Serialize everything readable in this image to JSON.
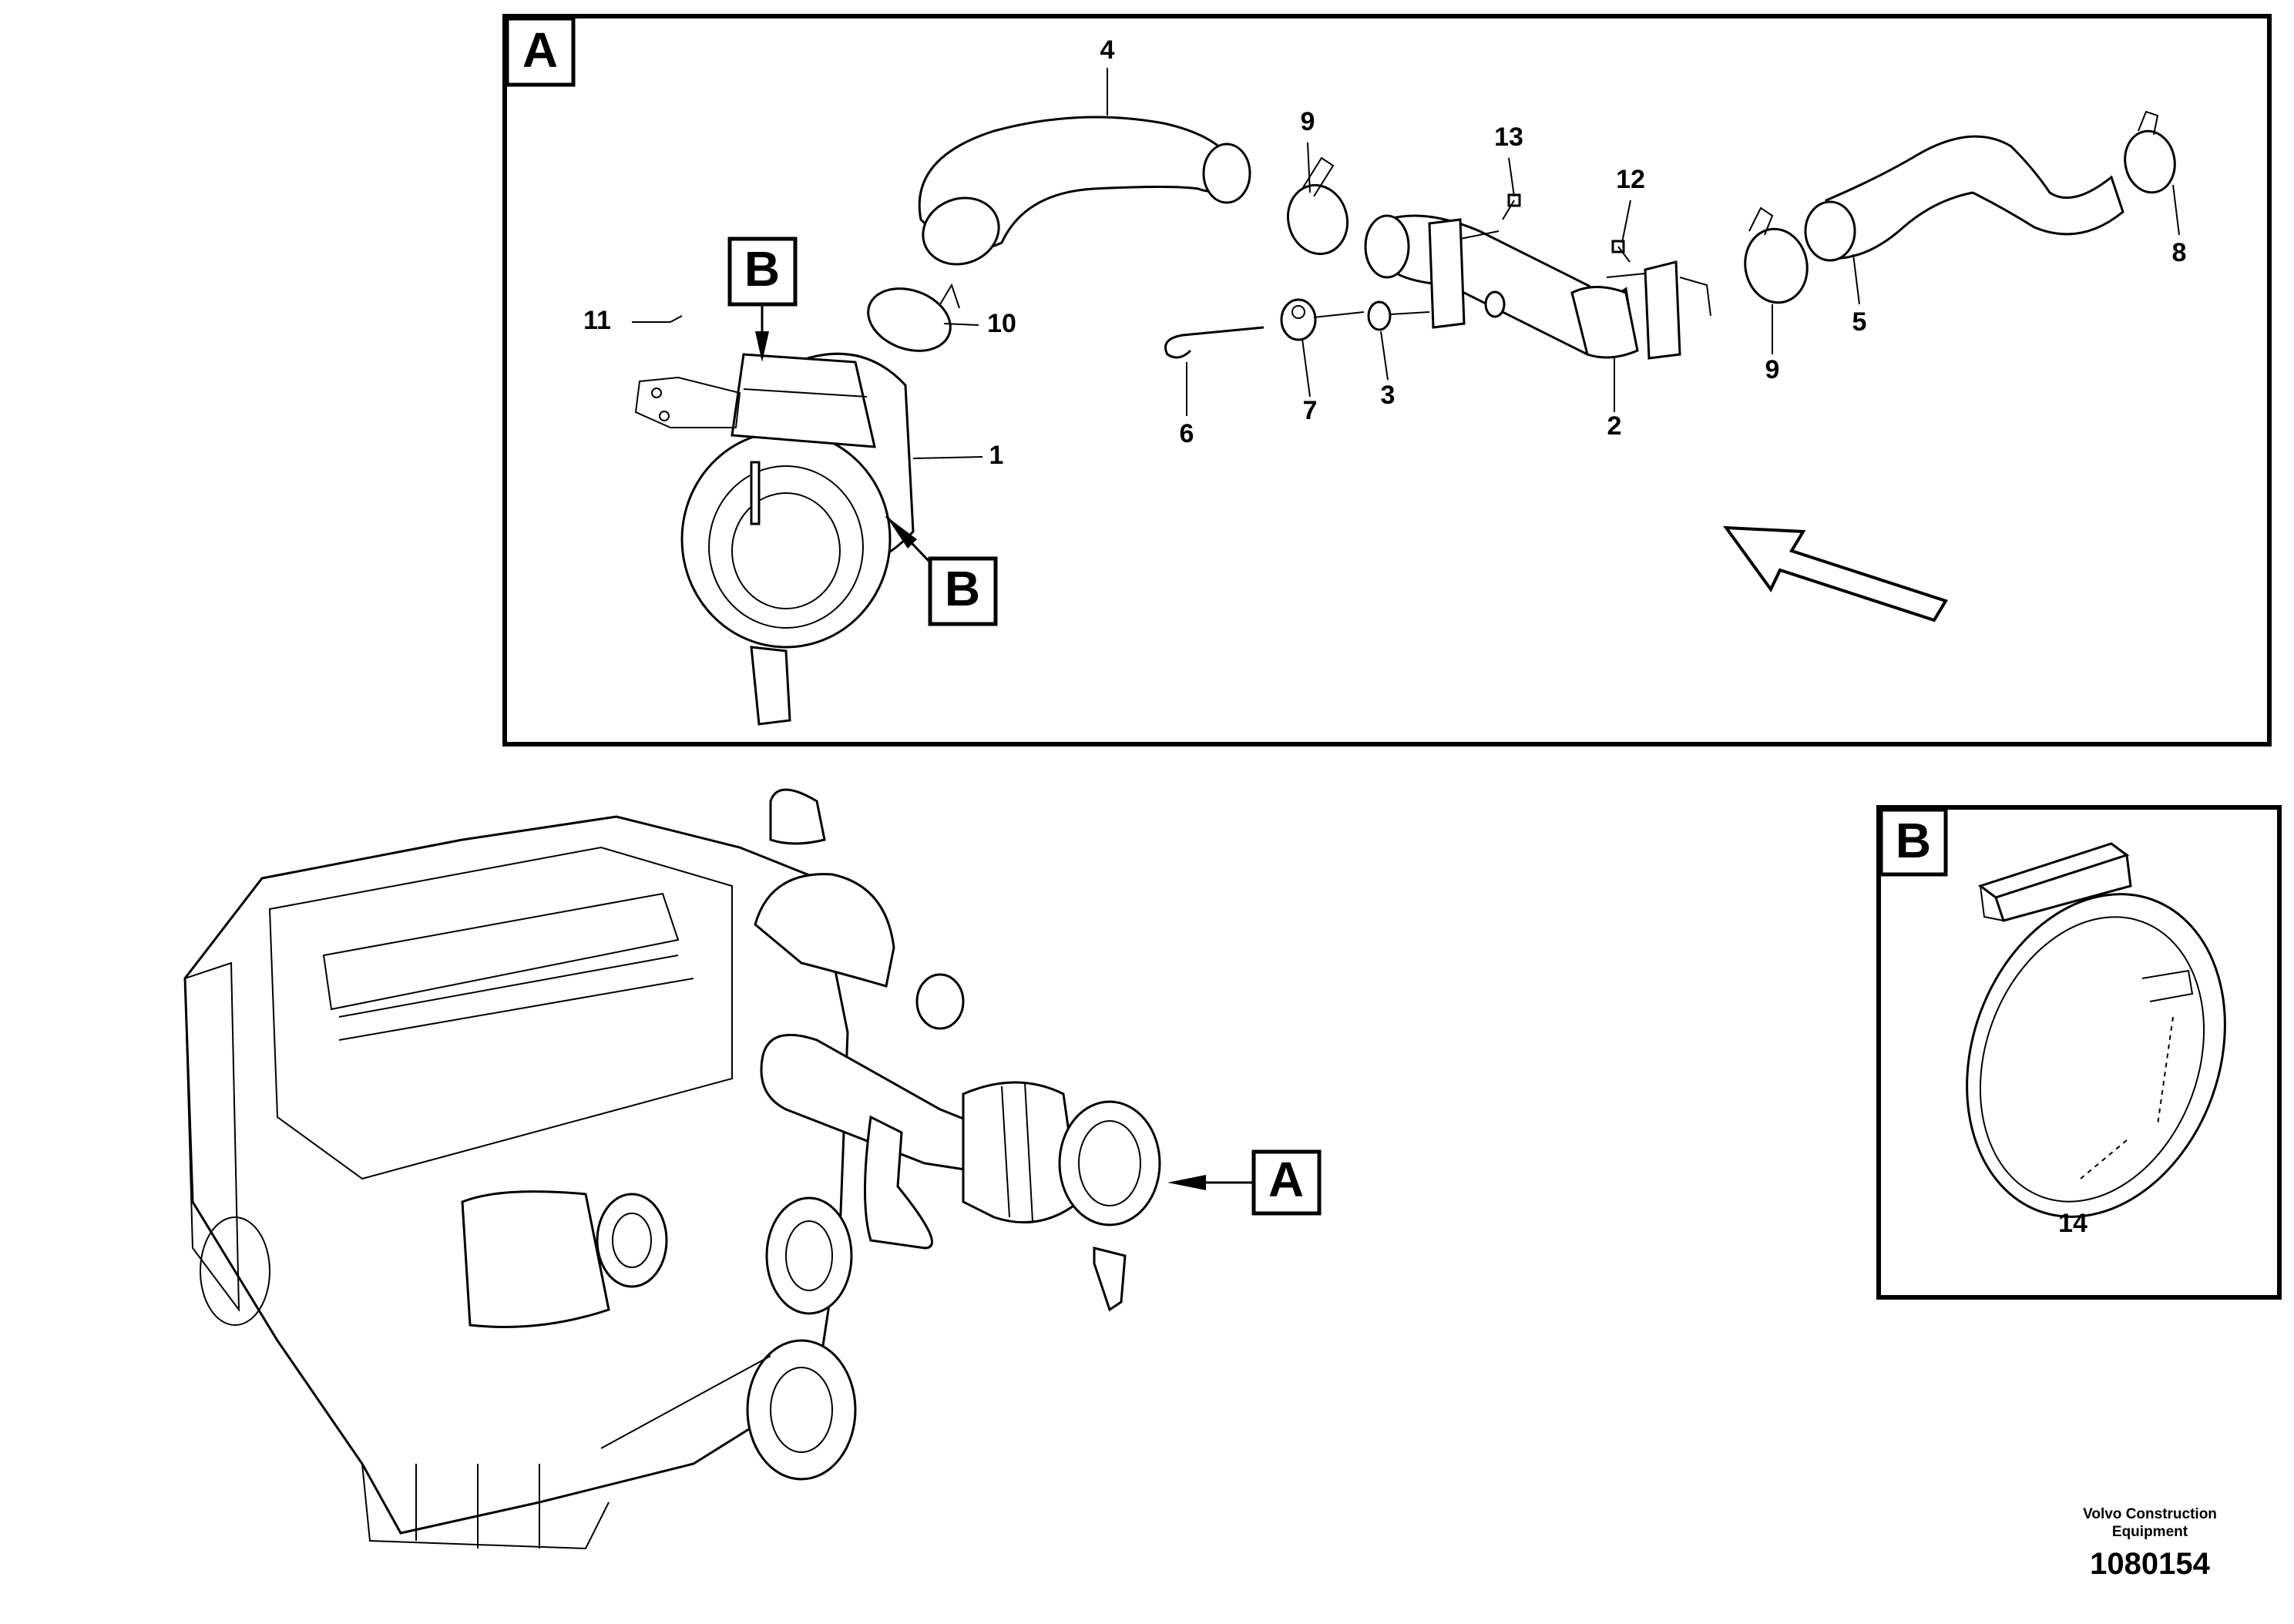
{
  "views": {
    "a": {
      "label": "A"
    },
    "b": {
      "label": "B"
    }
  },
  "callouts": {
    "c1": "1",
    "c2": "2",
    "c3": "3",
    "c4": "4",
    "c5": "5",
    "c6": "6",
    "c7": "7",
    "c8": "8",
    "c9a": "9",
    "c9b": "9",
    "c10": "10",
    "c11": "11",
    "c12": "12",
    "c13": "13",
    "c14": "14"
  },
  "detail_markers": {
    "b_upper": "B",
    "b_lower": "B",
    "a_engine": "A"
  },
  "footer": {
    "credit_line1": "Volvo Construction",
    "credit_line2": "Equipment",
    "doc_number": "1080154"
  }
}
